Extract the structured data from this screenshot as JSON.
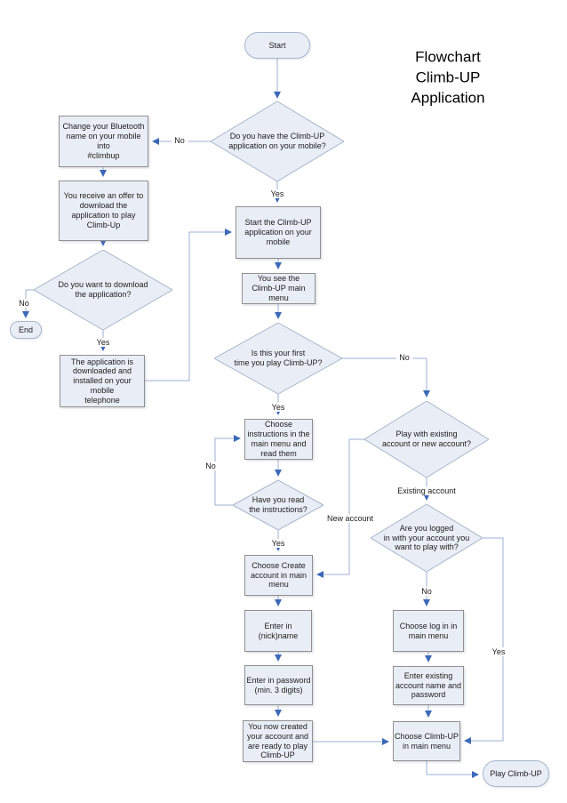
{
  "title": {
    "text": "Flowchart\nClimb-UP Application"
  },
  "nodes": {
    "start": {
      "label": "Start"
    },
    "have_app": {
      "label": "Do you have the Climb-UP\napplication on your mobile?"
    },
    "change_bluetooth": {
      "label": "Change your Bluetooth\nname on your mobile\ninto\n#climbup"
    },
    "receive_offer": {
      "label": "You receive an offer to\ndownload the\napplication to play\nClimb-Up"
    },
    "want_download": {
      "label": "Do you want to download\nthe application?"
    },
    "end": {
      "label": "End"
    },
    "app_installed": {
      "label": "The application is\ndownloaded and\ninstalled on your mobile\ntelephone"
    },
    "start_app": {
      "label": "Start the Climb-UP\napplication on your\nmobile"
    },
    "see_main_menu": {
      "label": "You see the\nClimb-UP main\nmenu"
    },
    "first_time": {
      "label": "Is this your first\ntime you play Climb-UP?"
    },
    "choose_instructions": {
      "label": "Choose\ninstructions in the\nmain menu and\nread them"
    },
    "read_instructions": {
      "label": "Have you read\nthe instructions?"
    },
    "choose_create_account": {
      "label": "Choose Create\naccount in main\nmenu"
    },
    "enter_nickname": {
      "label": "Enter in\n(nick)name"
    },
    "enter_password": {
      "label": "Enter in password\n(min. 3 digits)"
    },
    "account_created": {
      "label": "You now created\nyour account and\nare ready to play\nClimb-UP"
    },
    "existing_or_new": {
      "label": "Play with existing\naccount or new account?"
    },
    "logged_in": {
      "label": "Are you logged\nin with your account you\nwant to play with?"
    },
    "choose_login": {
      "label": "Choose log in in\nmain menu"
    },
    "enter_existing": {
      "label": "Enter existing\naccount name and\npassword"
    },
    "choose_climbup": {
      "label": "Choose Climb-UP\nin main menu"
    },
    "play_climbup": {
      "label": "Play Climb-UP"
    }
  },
  "edge_labels": {
    "no_have_app": "No",
    "yes_have_app": "Yes",
    "no_want_download": "No",
    "yes_want_download": "Yes",
    "no_first_time": "No",
    "yes_first_time": "Yes",
    "no_read_instructions": "No",
    "yes_read_instructions": "Yes",
    "new_account": "New account",
    "existing_account": "Existing account",
    "no_logged_in": "No",
    "yes_logged_in": "Yes"
  },
  "colors": {
    "node_fill": "#e9eef6",
    "rect_border": "#909090",
    "shape_border": "#a9b6cc",
    "connector": "#9db1d4",
    "arrowhead": "#3c69b8",
    "text": "#1c1c1c"
  }
}
